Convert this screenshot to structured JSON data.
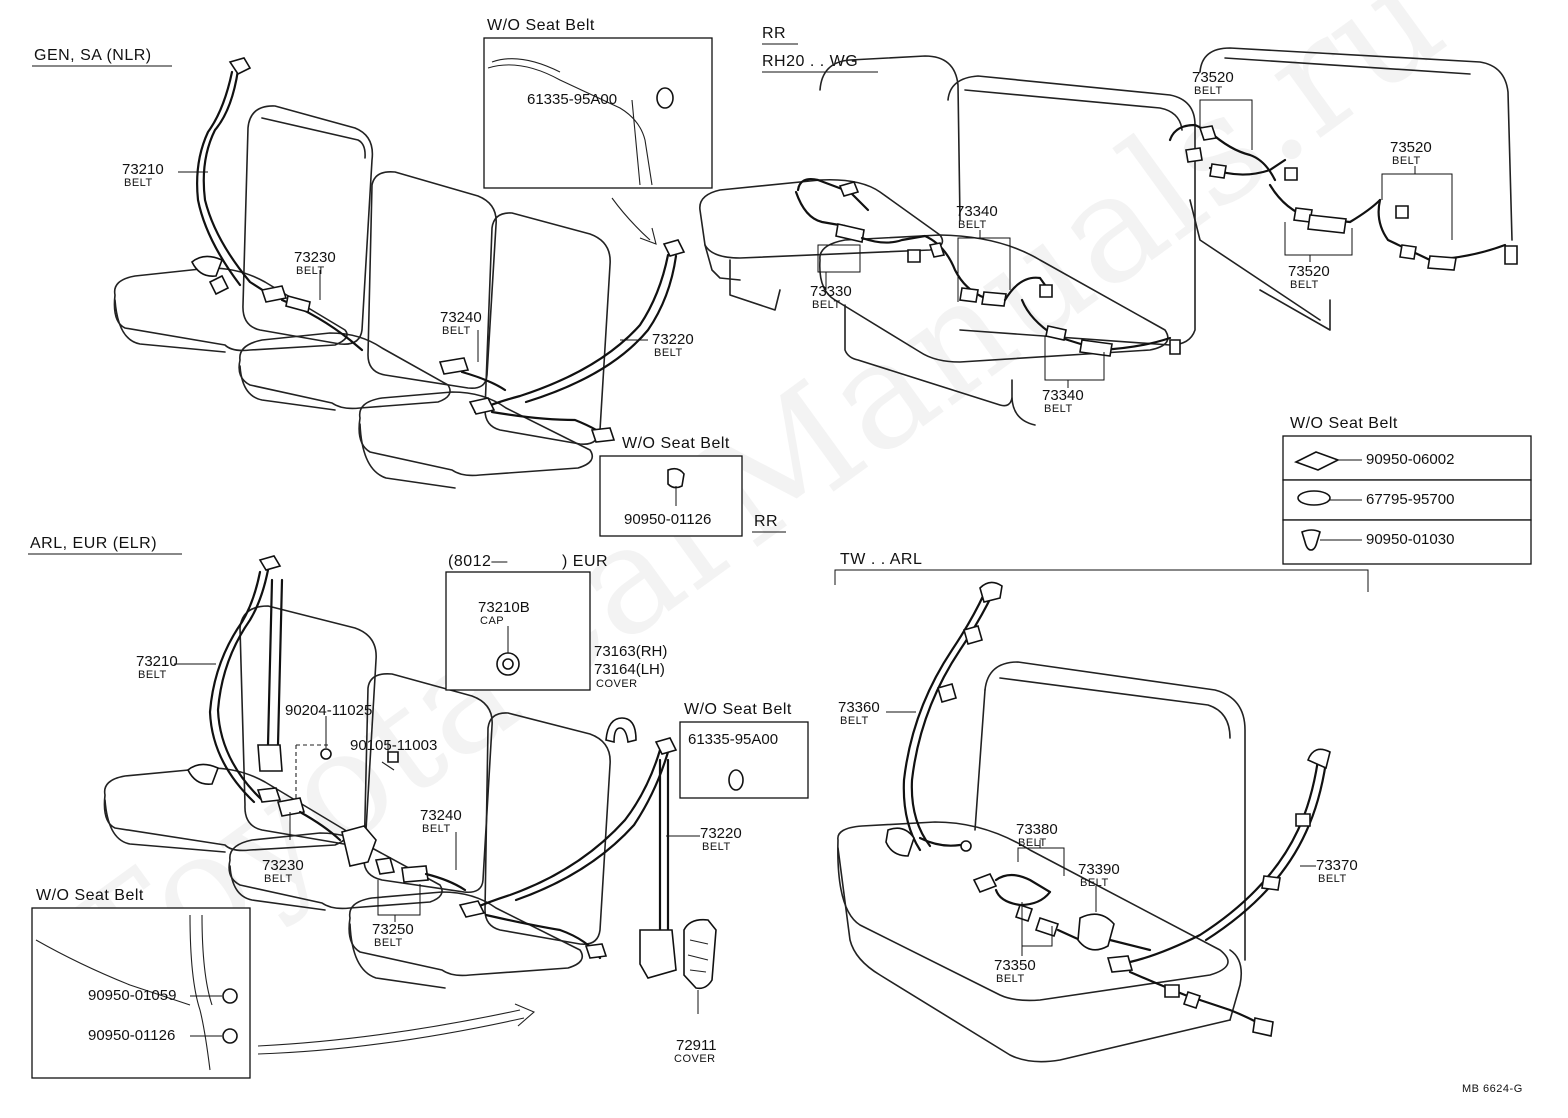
{
  "watermark": "ToyotaCarManuals.ru",
  "doc_code": "MB 6624-G",
  "sections": {
    "gen": "GEN, SA (NLR)",
    "arl": "ARL, EUR (ELR)",
    "rr_top": "RR",
    "rr_model": "RH20 . . WG",
    "rr_mid": "RR",
    "tw": "TW . . ARL",
    "eur_range_a": "(8012—",
    "eur_range_b": ") EUR"
  },
  "boxes": {
    "wo1": {
      "title": "W/O Seat Belt",
      "part": "61335-95A00"
    },
    "wo2": {
      "title": "W/O Seat Belt",
      "part": "90950-01126"
    },
    "wo3": {
      "title": "W/O Seat Belt",
      "items": [
        "90950-06002",
        "67795-95700",
        "90950-01030"
      ]
    },
    "wo4": {
      "title": "W/O Seat Belt",
      "part": "61335-95A00"
    },
    "wo5": {
      "title": "W/O Seat Belt",
      "parts": [
        "90950-01059",
        "90950-01126"
      ]
    },
    "cap": {
      "part": "73210B",
      "desc": "CAP"
    }
  },
  "labels": [
    {
      "id": "l1",
      "num": "73210",
      "desc": "BELT"
    },
    {
      "id": "l2",
      "num": "73230",
      "desc": "BELT"
    },
    {
      "id": "l3",
      "num": "73240",
      "desc": "BELT"
    },
    {
      "id": "l4",
      "num": "73220",
      "desc": "BELT"
    },
    {
      "id": "l5",
      "num": "73520",
      "desc": "BELT"
    },
    {
      "id": "l6",
      "num": "73520",
      "desc": "BELT"
    },
    {
      "id": "l7",
      "num": "73340",
      "desc": "BELT"
    },
    {
      "id": "l8",
      "num": "73330",
      "desc": "BELT"
    },
    {
      "id": "l9",
      "num": "73520",
      "desc": "BELT"
    },
    {
      "id": "l10",
      "num": "73340",
      "desc": "BELT"
    },
    {
      "id": "l11",
      "num": "73210",
      "desc": "BELT"
    },
    {
      "id": "l12",
      "num": "90204-11025",
      "desc": ""
    },
    {
      "id": "l13",
      "num": "90105-11003",
      "desc": ""
    },
    {
      "id": "l14",
      "num": "73163(RH)",
      "desc": ""
    },
    {
      "id": "l15",
      "num": "73164(LH)",
      "desc": "COVER"
    },
    {
      "id": "l16",
      "num": "73240",
      "desc": "BELT"
    },
    {
      "id": "l17",
      "num": "73220",
      "desc": "BELT"
    },
    {
      "id": "l18",
      "num": "73230",
      "desc": "BELT"
    },
    {
      "id": "l19",
      "num": "73250",
      "desc": "BELT"
    },
    {
      "id": "l20",
      "num": "72911",
      "desc": "COVER"
    },
    {
      "id": "l21",
      "num": "73360",
      "desc": "BELT"
    },
    {
      "id": "l22",
      "num": "73380",
      "desc": "BELT"
    },
    {
      "id": "l23",
      "num": "73390",
      "desc": "BELT"
    },
    {
      "id": "l24",
      "num": "73370",
      "desc": "BELT"
    },
    {
      "id": "l25",
      "num": "73350",
      "desc": "BELT"
    }
  ]
}
